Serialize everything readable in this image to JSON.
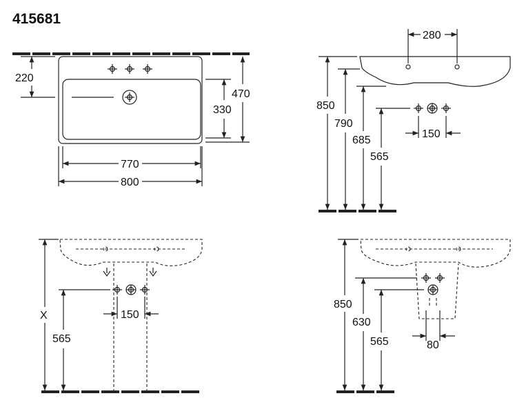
{
  "title": "415681",
  "top_view": {
    "dims": [
      "220",
      "330",
      "470",
      "770",
      "800"
    ]
  },
  "side_view": {
    "dims": [
      "280",
      "850",
      "790",
      "685",
      "565",
      "150"
    ]
  },
  "pedestal_view": {
    "dims": [
      "X",
      "565",
      "150"
    ]
  },
  "semi_pedestal_view": {
    "dims": [
      "850",
      "630",
      "565",
      "80"
    ]
  }
}
